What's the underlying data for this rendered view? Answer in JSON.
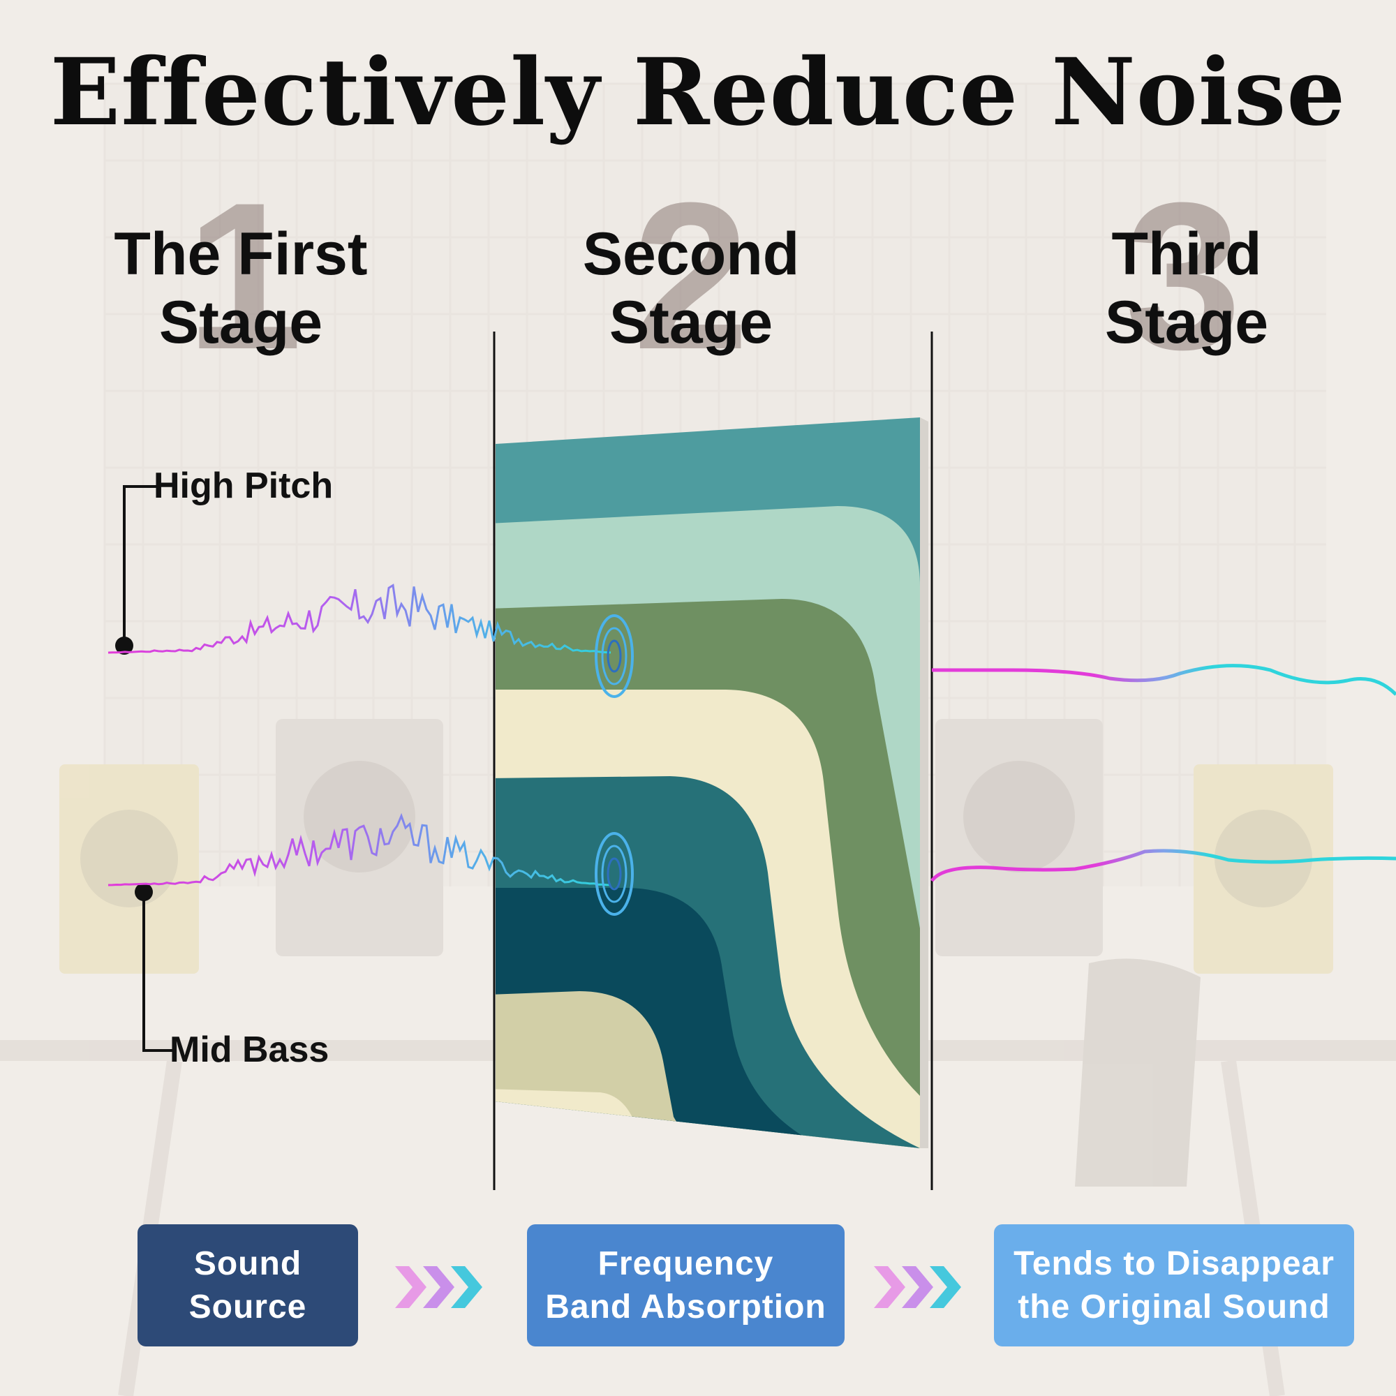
{
  "title": "Effectively Reduce Noise",
  "stages": [
    {
      "number": "1",
      "title": "The First\nStage"
    },
    {
      "number": "2",
      "title": "Second\nStage"
    },
    {
      "number": "3",
      "title": "Third\nStage"
    }
  ],
  "labels": {
    "high": "High Pitch",
    "mid": "Mid Bass"
  },
  "flow": [
    {
      "label": "Sound\nSource",
      "color": "#2d4a77"
    },
    {
      "label": "Frequency\nBand Absorption",
      "color": "#4a86cf"
    },
    {
      "label": "Tends to Disappear\nthe Original Sound",
      "color": "#6aaeeb"
    }
  ],
  "colors": {
    "wave_magenta": "#e23bd9",
    "wave_cyan": "#2fd4dc",
    "panel": [
      "#4e9c9f",
      "#afd7c6",
      "#6f9062",
      "#f1eacb",
      "#267178",
      "#0a4a5c",
      "#d2cfa7"
    ]
  }
}
